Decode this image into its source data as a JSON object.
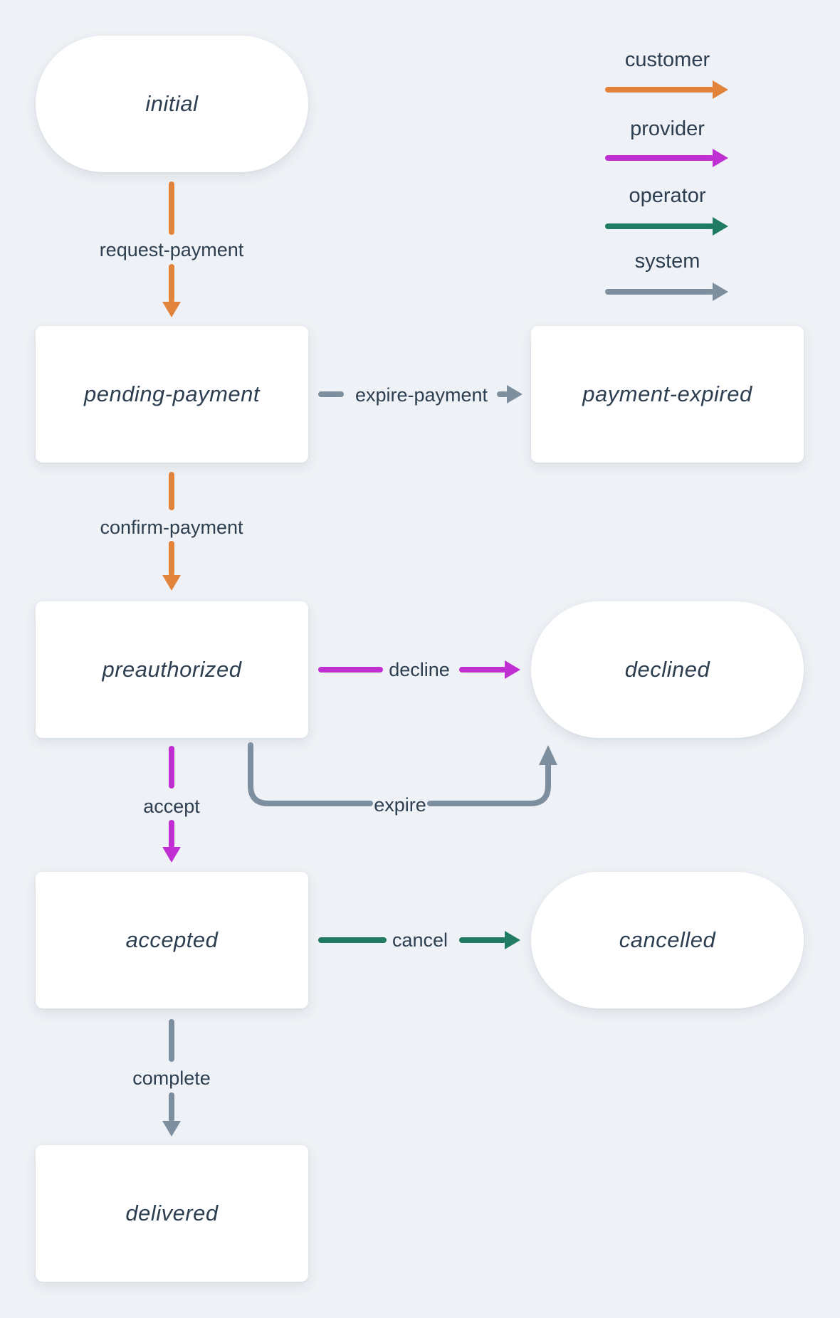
{
  "diagram": {
    "states": {
      "initial": {
        "label": "initial",
        "shape": "pill"
      },
      "pending_payment": {
        "label": "pending-payment",
        "shape": "rect"
      },
      "payment_expired": {
        "label": "payment-expired",
        "shape": "rect"
      },
      "preauthorized": {
        "label": "preauthorized",
        "shape": "rect"
      },
      "declined": {
        "label": "declined",
        "shape": "pill"
      },
      "accepted": {
        "label": "accepted",
        "shape": "rect"
      },
      "cancelled": {
        "label": "cancelled",
        "shape": "pill"
      },
      "delivered": {
        "label": "delivered",
        "shape": "rect"
      }
    },
    "transitions": {
      "request_payment": {
        "label": "request-payment",
        "actor": "customer",
        "from": "initial",
        "to": "pending-payment"
      },
      "expire_payment": {
        "label": "expire-payment",
        "actor": "system",
        "from": "pending-payment",
        "to": "payment-expired"
      },
      "confirm_payment": {
        "label": "confirm-payment",
        "actor": "customer",
        "from": "pending-payment",
        "to": "preauthorized"
      },
      "decline": {
        "label": "decline",
        "actor": "provider",
        "from": "preauthorized",
        "to": "declined"
      },
      "expire": {
        "label": "expire",
        "actor": "system",
        "from": "preauthorized",
        "to": "declined"
      },
      "accept": {
        "label": "accept",
        "actor": "provider",
        "from": "preauthorized",
        "to": "accepted"
      },
      "cancel": {
        "label": "cancel",
        "actor": "operator",
        "from": "accepted",
        "to": "cancelled"
      },
      "complete": {
        "label": "complete",
        "actor": "system",
        "from": "accepted",
        "to": "delivered"
      }
    }
  },
  "legend": {
    "items": [
      {
        "label": "customer",
        "color": "#e2833c"
      },
      {
        "label": "provider",
        "color": "#c02fd2"
      },
      {
        "label": "operator",
        "color": "#1f7b62"
      },
      {
        "label": "system",
        "color": "#7d8e9e"
      }
    ]
  },
  "colors": {
    "background": "#eef1f5",
    "node_background": "#ffffff",
    "text": "#2c3e50",
    "customer": "#e2833c",
    "provider": "#c02fd2",
    "operator": "#1f7b62",
    "system": "#7d8e9e"
  }
}
